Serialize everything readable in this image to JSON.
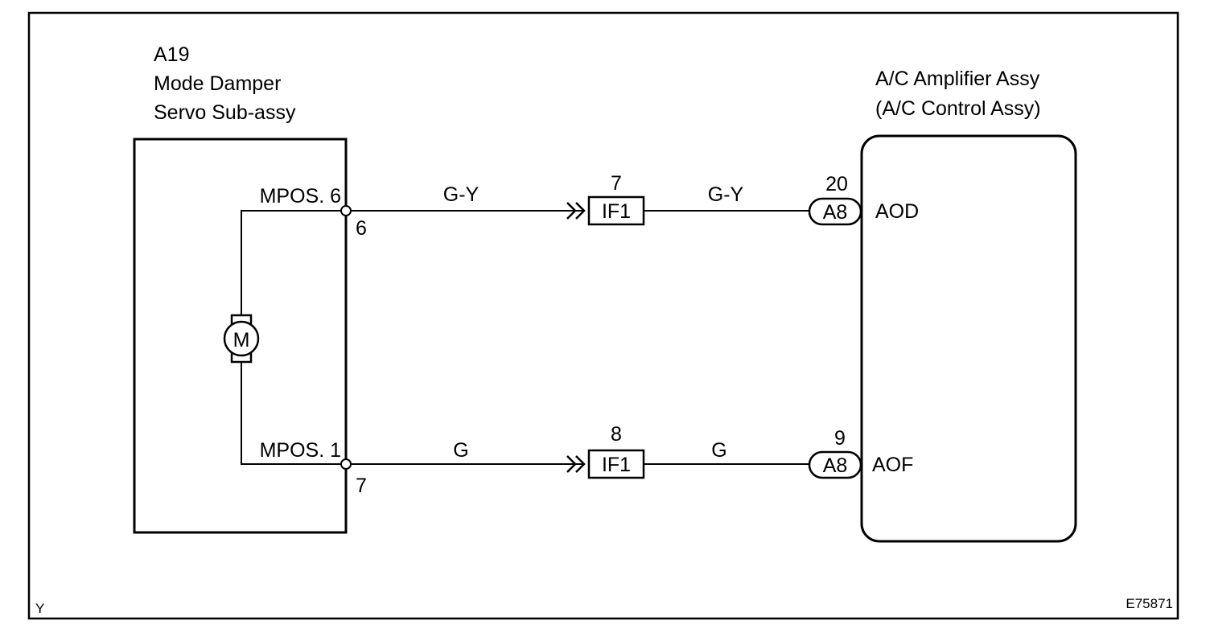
{
  "left_component": {
    "ref": "A19",
    "name_line1": "Mode Damper",
    "name_line2": "Servo Sub-assy",
    "motor_symbol": "M",
    "pins": [
      {
        "label": "MPOS. 6",
        "number": "6"
      },
      {
        "label": "MPOS. 1",
        "number": "7"
      }
    ]
  },
  "right_component": {
    "name_line1": "A/C Amplifier Assy",
    "name_line2": "(A/C Control Assy)",
    "terminals": [
      {
        "label": "AOD",
        "connector": "A8",
        "pin": "20"
      },
      {
        "label": "AOF",
        "connector": "A8",
        "pin": "9"
      }
    ]
  },
  "wires": [
    {
      "color_left": "G-Y",
      "junction": "IF1",
      "junction_pin": "7",
      "color_right": "G-Y"
    },
    {
      "color_left": "G",
      "junction": "IF1",
      "junction_pin": "8",
      "color_right": "G"
    }
  ],
  "footer": {
    "left_code": "Y",
    "right_code": "E75871"
  }
}
